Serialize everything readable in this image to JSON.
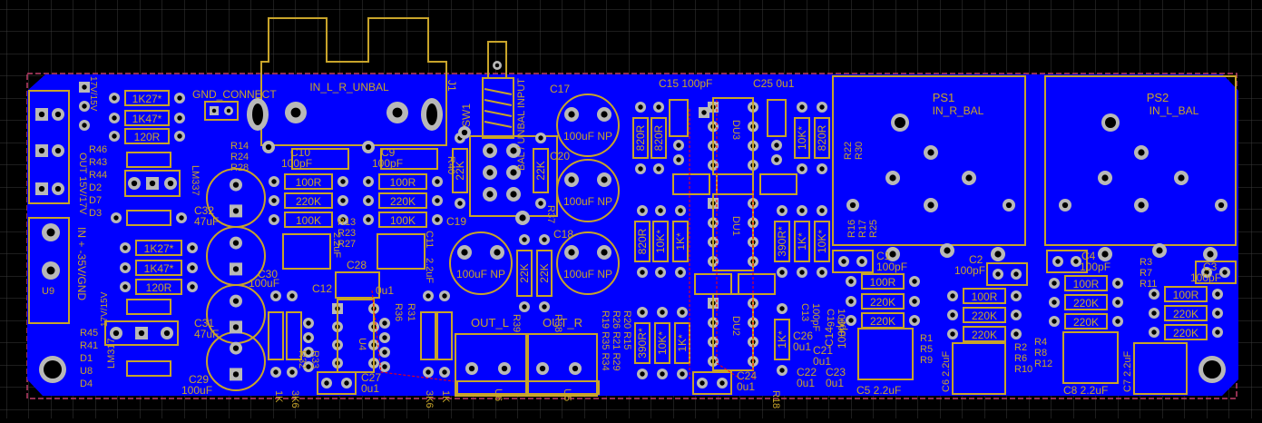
{
  "colors": {
    "background": "#000000",
    "grid": "#3a3a3a",
    "copper": "#0000ff",
    "silk": "#c8a42a",
    "pad": "#b8b8b8",
    "drill": "#000000",
    "outline": "#c0406a",
    "trace": "#ff0000"
  },
  "labels": {
    "in_l_r_unbal": "IN_L_R_UNBAL",
    "j1": "J1",
    "gnd_connect": "GND_CONNECT",
    "sw1": "SW1",
    "bal_unbal_input": "BAL / UNBAL INPUT",
    "ps1": "PS1",
    "in_r_bal": "IN_R_BAL",
    "ps2": "PS2",
    "in_l_bal": "IN_L_BAL",
    "out_l": "OUT_L",
    "out_r": "OUT_R",
    "lm337": "LM337",
    "lm317": "LM317",
    "u9": "U9",
    "u4": "U4",
    "du3": "DU3",
    "du1": "DU1",
    "du2": "DU2",
    "c17": "C17",
    "c20": "C20",
    "c18": "C18",
    "c19": "C19",
    "cap_100uf_np": "100uF NP",
    "c15": "C15 100pF",
    "c25": "C25 0u1",
    "r1k27_top": "1K27*",
    "r1k47_top": "1K47*",
    "r120_top": "120R",
    "r1k27_bot": "1K27*",
    "r1k47_bot": "1K47*",
    "r120_bot": "120R",
    "out_15v": "OUT 15V/17V",
    "in_35v": "IN + -35V/GND",
    "v17_15": "17V/15V",
    "r46": "R46",
    "r43": "R43",
    "r44": "R44",
    "d2": "D2",
    "d7": "D7",
    "d3": "D3",
    "r45": "R45",
    "r41": "R41",
    "d1": "D1",
    "u8": "U8",
    "d4": "D4",
    "c32": "C32",
    "c32v": "47uF",
    "c30": "C30",
    "c30v": "100uF",
    "c31": "C31",
    "c31v": "47uF",
    "c29": "C29",
    "c29v": "100uF",
    "r14": "R14",
    "r24": "R24",
    "r28": "R28",
    "c10": "C10",
    "c10v": "100pF",
    "c9": "C9",
    "c9v": "100pF",
    "r40": "R40",
    "r100a": "100R",
    "r220a": "220K",
    "r100ka": "100K",
    "r100b": "100R",
    "r220b": "220K",
    "r100kb": "100K",
    "r13": "R13",
    "r23": "R23",
    "r27": "R27",
    "c28": "C28",
    "c28v": "2.2uF",
    "c11": "C11",
    "c11v": "2.2uF",
    "c12": "C12",
    "c12v": "0u1",
    "r22k_a": "22K",
    "r22k_b": "22K",
    "r22k_c": "22K",
    "r22k_d": "22K",
    "r37": "R37",
    "r39": "R39",
    "r38": "R38",
    "r36": "R36",
    "r31": "R31",
    "r32": "R32",
    "r33": "R33",
    "r1k_a": "1K",
    "r3k6": "3K6",
    "r3k6b": "3K6",
    "r1k_b": "1K",
    "c27": "C27",
    "c27v": "0u1",
    "r35": "R19 R35 R34",
    "r26": "R26 R21 R29",
    "r20": "R20 R15",
    "r820a": "820R",
    "r820b": "820R",
    "r820c": "820R",
    "r820d": "820R",
    "r10ka": "10K*",
    "r10kb": "10K*",
    "r1ka": "1K*",
    "r390a": "390R*",
    "r390b": "390R*",
    "r1kb": "1K*",
    "r10kc": "10K*",
    "r10kd": "10K*",
    "r1kc": "1K*",
    "r1kd": "1K*",
    "c24": "C24",
    "c24v": "0u1",
    "r18": "R18",
    "c26": "C26",
    "c26v": "0u1",
    "c22": "C22",
    "c22v": "0u1",
    "c21": "C21",
    "c21v": "0u1",
    "c23": "C23",
    "c23v": "0u1",
    "c13": "C13",
    "c13v": "100pF",
    "c16": "C16",
    "c16v": "100pF",
    "c14": "C14",
    "c14v": "100pF",
    "r22": "R22",
    "r30": "R30",
    "r16": "R16",
    "r17": "R17",
    "r25": "R25",
    "c1": "C1",
    "c1v": "100pF",
    "c2": "C2",
    "c2v": "100pF",
    "c4": "C4",
    "c4v": "100pF",
    "c3": "C3",
    "c3v": "100pF",
    "r100c": "100R",
    "r220c": "220K",
    "r220d": "220K",
    "r100d": "100R",
    "r220e": "220K",
    "r220f": "220K",
    "r100e": "100R",
    "r220g": "220K",
    "r220h": "220K",
    "r100f": "100R",
    "r220i": "220K",
    "r220j": "220K",
    "r1": "R1",
    "r5": "R5",
    "r9": "R9",
    "r2": "R2",
    "r6": "R6",
    "r10": "R10",
    "r3": "R3",
    "r7": "R7",
    "r11": "R11",
    "r4": "R4",
    "r8": "R8",
    "r12": "R12",
    "c5": "C5 2.2uF",
    "c6": "C6 2.2uF",
    "c8": "C8 2.2uF",
    "c7": "C7 2.2uF",
    "u5": "U5",
    "u6": "U6",
    "u1": "0u1"
  }
}
